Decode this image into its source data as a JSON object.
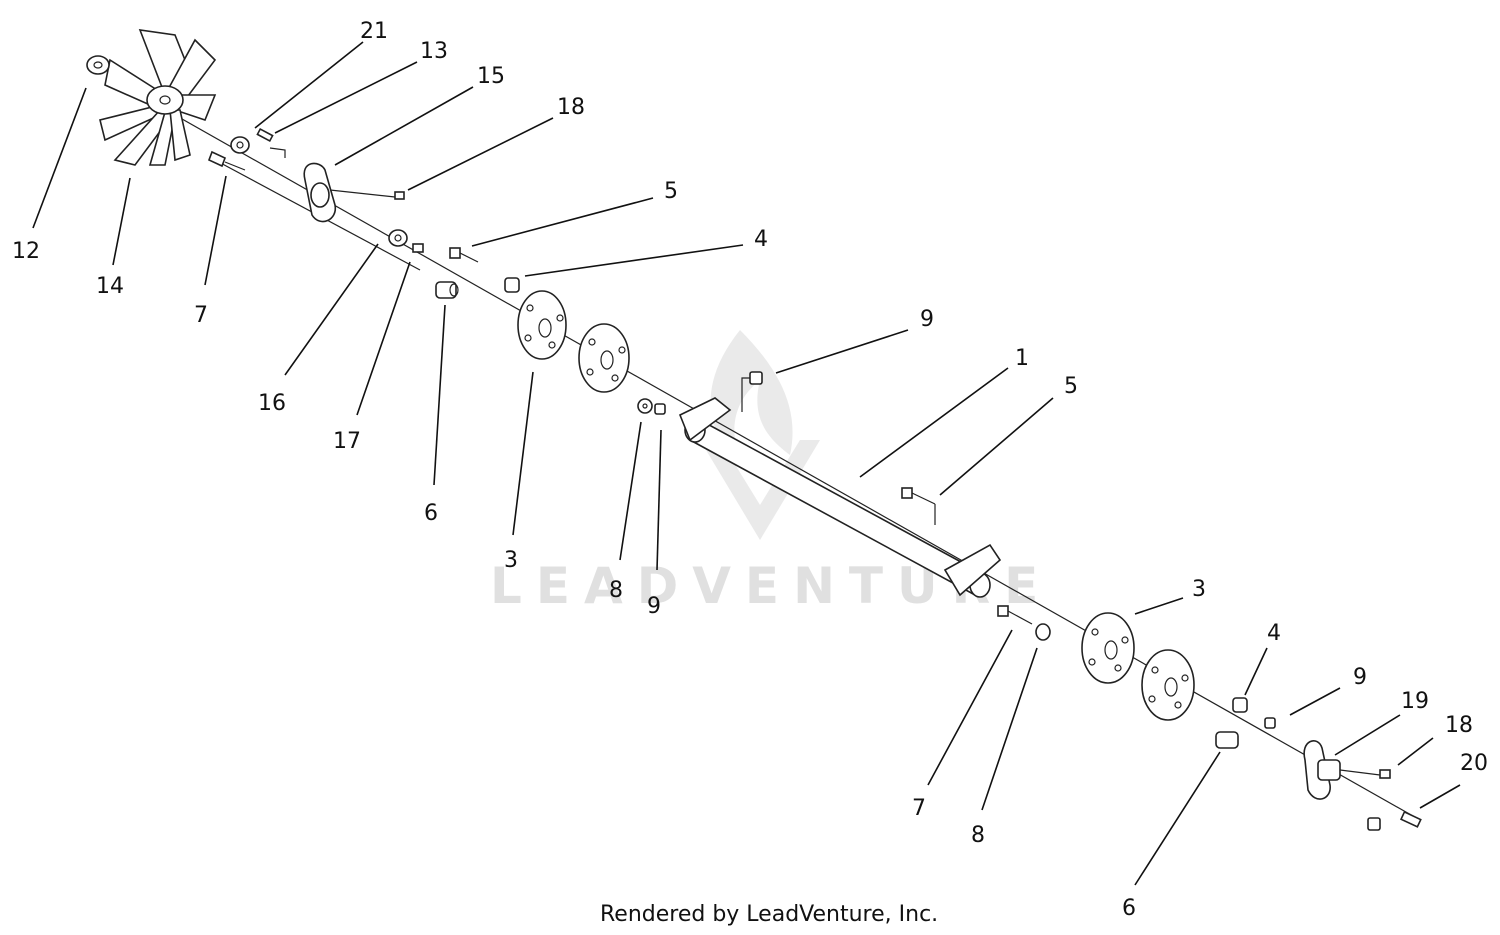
{
  "watermark": {
    "text": "LEADVENTURE"
  },
  "footer": {
    "credit": "Rendered by LeadVenture, Inc."
  },
  "callouts": [
    {
      "id": "c21",
      "label": "21"
    },
    {
      "id": "c13",
      "label": "13"
    },
    {
      "id": "c15",
      "label": "15"
    },
    {
      "id": "c18a",
      "label": "18"
    },
    {
      "id": "c12",
      "label": "12"
    },
    {
      "id": "c14",
      "label": "14"
    },
    {
      "id": "c7a",
      "label": "7"
    },
    {
      "id": "c5a",
      "label": "5"
    },
    {
      "id": "c4a",
      "label": "4"
    },
    {
      "id": "c16",
      "label": "16"
    },
    {
      "id": "c17",
      "label": "17"
    },
    {
      "id": "c6a",
      "label": "6"
    },
    {
      "id": "c3a",
      "label": "3"
    },
    {
      "id": "c9a",
      "label": "9"
    },
    {
      "id": "c1",
      "label": "1"
    },
    {
      "id": "c5b",
      "label": "5"
    },
    {
      "id": "c8a",
      "label": "8"
    },
    {
      "id": "c9b",
      "label": "9"
    },
    {
      "id": "c3b",
      "label": "3"
    },
    {
      "id": "c4b",
      "label": "4"
    },
    {
      "id": "c9c",
      "label": "9"
    },
    {
      "id": "c19",
      "label": "19"
    },
    {
      "id": "c18b",
      "label": "18"
    },
    {
      "id": "c20",
      "label": "20"
    },
    {
      "id": "c7b",
      "label": "7"
    },
    {
      "id": "c8b",
      "label": "8"
    },
    {
      "id": "c6b",
      "label": "6"
    }
  ]
}
